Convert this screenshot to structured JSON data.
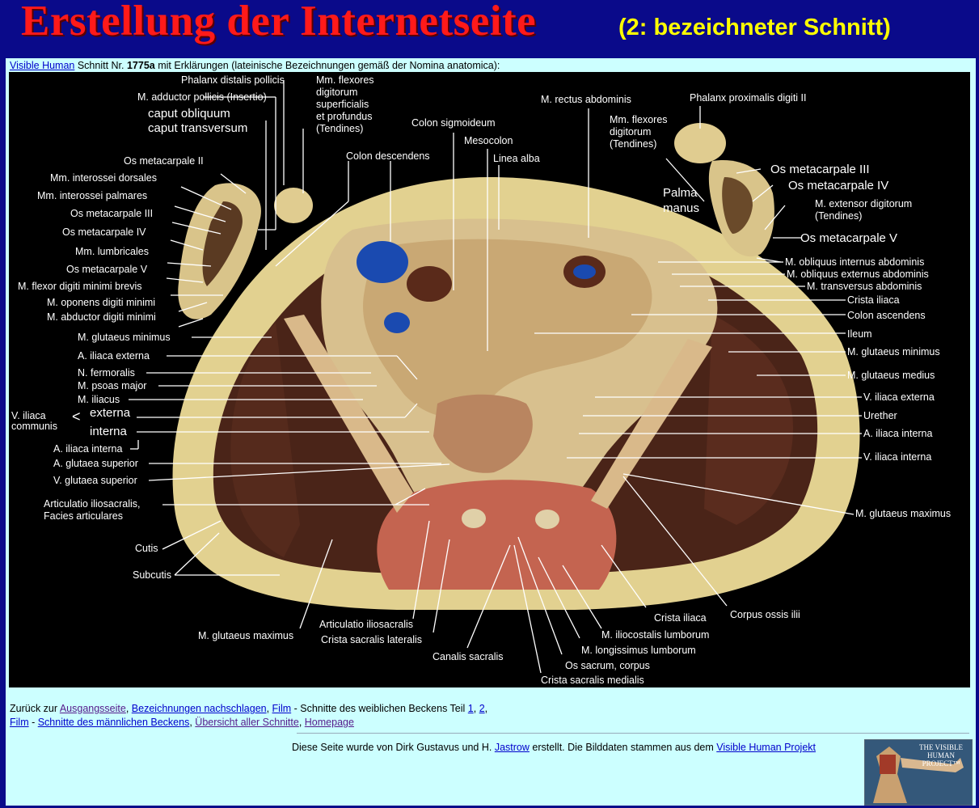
{
  "slide": {
    "title": "Erstellung der Internetseite",
    "subtitle": "(2: bezeichneter Schnitt)"
  },
  "intro": {
    "link": "Visible Human",
    "text1": " Schnitt Nr. ",
    "number": "1775a",
    "text2": " mit Erklärungen (lateinische Bezeichnungen gemäß der Nomina anatomica):"
  },
  "labels": {
    "phalanx_distalis": "Phalanx distalis pollicis",
    "adductor_insertio": "M. adductor pollicis (Insertio)",
    "caput_obliquum": "caput obliquum",
    "caput_transversum": "caput transversum",
    "mm_flexores_1": "Mm. flexores",
    "mm_flexores_2": "digitorum",
    "mm_flexores_3": "superficialis",
    "mm_flexores_4": "et profundus",
    "mm_flexores_5": "(Tendines)",
    "colon_sigmoideum": "Colon sigmoideum",
    "mesocolon": "Mesocolon",
    "linea_alba": "Linea alba",
    "colon_descendens": "Colon descendens",
    "rectus_abdominis": "M. rectus abdominis",
    "phalanx_proximalis": "Phalanx proximalis digiti II",
    "flexores_r_1": "Mm. flexores",
    "flexores_r_2": "digitorum",
    "flexores_r_3": "(Tendines)",
    "os_metacarpale_ii": "Os metacarpale II",
    "mm_interossei_dorsales": "Mm. interossei dorsales",
    "mm_interossei_palmares": "Mm. interossei palmares",
    "os_metacarpale_iii_l": "Os metacarpale III",
    "os_metacarpale_iv_l": "Os metacarpale IV",
    "mm_lumbricales": "Mm. lumbricales",
    "os_metacarpale_v_l": "Os metacarpale V",
    "flexor_digiti_minimi": "M. flexor digiti minimi brevis",
    "oponens": "M. oponens digiti minimi",
    "abductor_digiti_minimi": "M. abductor digiti minimi",
    "os_metacarpale_iii_r": "Os metacarpale III",
    "os_metacarpale_iv_r": "Os metacarpale IV",
    "palma": "Palma",
    "manus": "manus",
    "extensor_1": "M. extensor digitorum",
    "extensor_2": "(Tendines)",
    "os_metacarpale_v_r": "Os metacarpale V",
    "obliquus_internus": "M. obliquus internus abdominis",
    "obliquus_externus": "M. obliquus externus abdominis",
    "transversus": "M. transversus abdominis",
    "crista_iliaca_r": "Crista iliaca",
    "colon_ascendens": "Colon ascendens",
    "ileum": "Ileum",
    "glutaeus_minimus_r": "M. glutaeus minimus",
    "glutaeus_medius_r": "M. glutaeus medius",
    "v_iliaca_externa_r": "V. iliaca externa",
    "urether": "Urether",
    "a_iliaca_interna_r": "A. iliaca interna",
    "v_iliaca_interna_r": "V. iliaca interna",
    "glutaeus_maximus_r": "M. glutaeus maximus",
    "glutaeus_minimus_l": "M. glutaeus minimus",
    "a_iliaca_externa": "A. iliaca externa",
    "n_fermoralis": "N. fermoralis",
    "psoas_major": "M. psoas major",
    "iliacus": "M. iliacus",
    "v_iliaca_communis_1": "V. iliaca",
    "v_iliaca_communis_2": "communis",
    "externa": "externa",
    "interna": "interna",
    "a_iliaca_interna_l": "A. iliaca interna",
    "a_glutaea_superior": "A. glutaea superior",
    "v_glutaea_superior": "V. glutaea superior",
    "articulatio_1": "Articulatio iliosacralis,",
    "articulatio_2": "Facies articulares",
    "cutis": "Cutis",
    "subcutis": "Subcutis",
    "glutaeus_maximus_l": "M. glutaeus maximus",
    "articulatio_iliosacralis": "Articulatio iliosacralis",
    "crista_sacralis_lateralis": "Crista sacralis lateralis",
    "canalis_sacralis": "Canalis sacralis",
    "os_sacrum": "Os sacrum, corpus",
    "crista_sacralis_medialis": "Crista sacralis medialis",
    "longissimus": "M. longissimus lumborum",
    "iliocostalis": "M. iliocostalis lumborum",
    "crista_iliaca_b": "Crista iliaca",
    "corpus_ossis_ilii": "Corpus ossis ilii"
  },
  "nav": {
    "t1": "Zurück zur ",
    "ausgangsseite": "Ausgangsseite",
    "c1": ", ",
    "bezeichnungen": "Bezeichnungen nachschlagen",
    "c2": ", ",
    "film1": "Film",
    "t2": " - Schnitte des weiblichen Beckens Teil ",
    "teil1": "1",
    "c3": ", ",
    "teil2": "2",
    "c4": ",",
    "film2": "Film",
    "t3": " - ",
    "maennlich": "Schnitte des männlichen Beckens",
    "c5": ", ",
    "uebersicht": "Übersicht aller Schnitte",
    "c6": ", ",
    "homepage": "Homepage"
  },
  "footer": {
    "t1": "Diese Seite wurde von Dirk Gustavus und H. ",
    "jastrow": "Jastrow",
    "t2": " erstellt. Die Bilddaten stammen aus dem ",
    "vhp": "Visible Human Projekt"
  },
  "logo": {
    "l1": "THE VISIBLE",
    "l2": "HUMAN",
    "l3": "PROJECT™"
  },
  "colors": {
    "slide_bg": "#0a0a8a",
    "title": "#ff1a1a",
    "subtitle": "#ffff00",
    "page_bg": "#ccffff",
    "link": "#0000cc",
    "visited": "#551a8b"
  }
}
